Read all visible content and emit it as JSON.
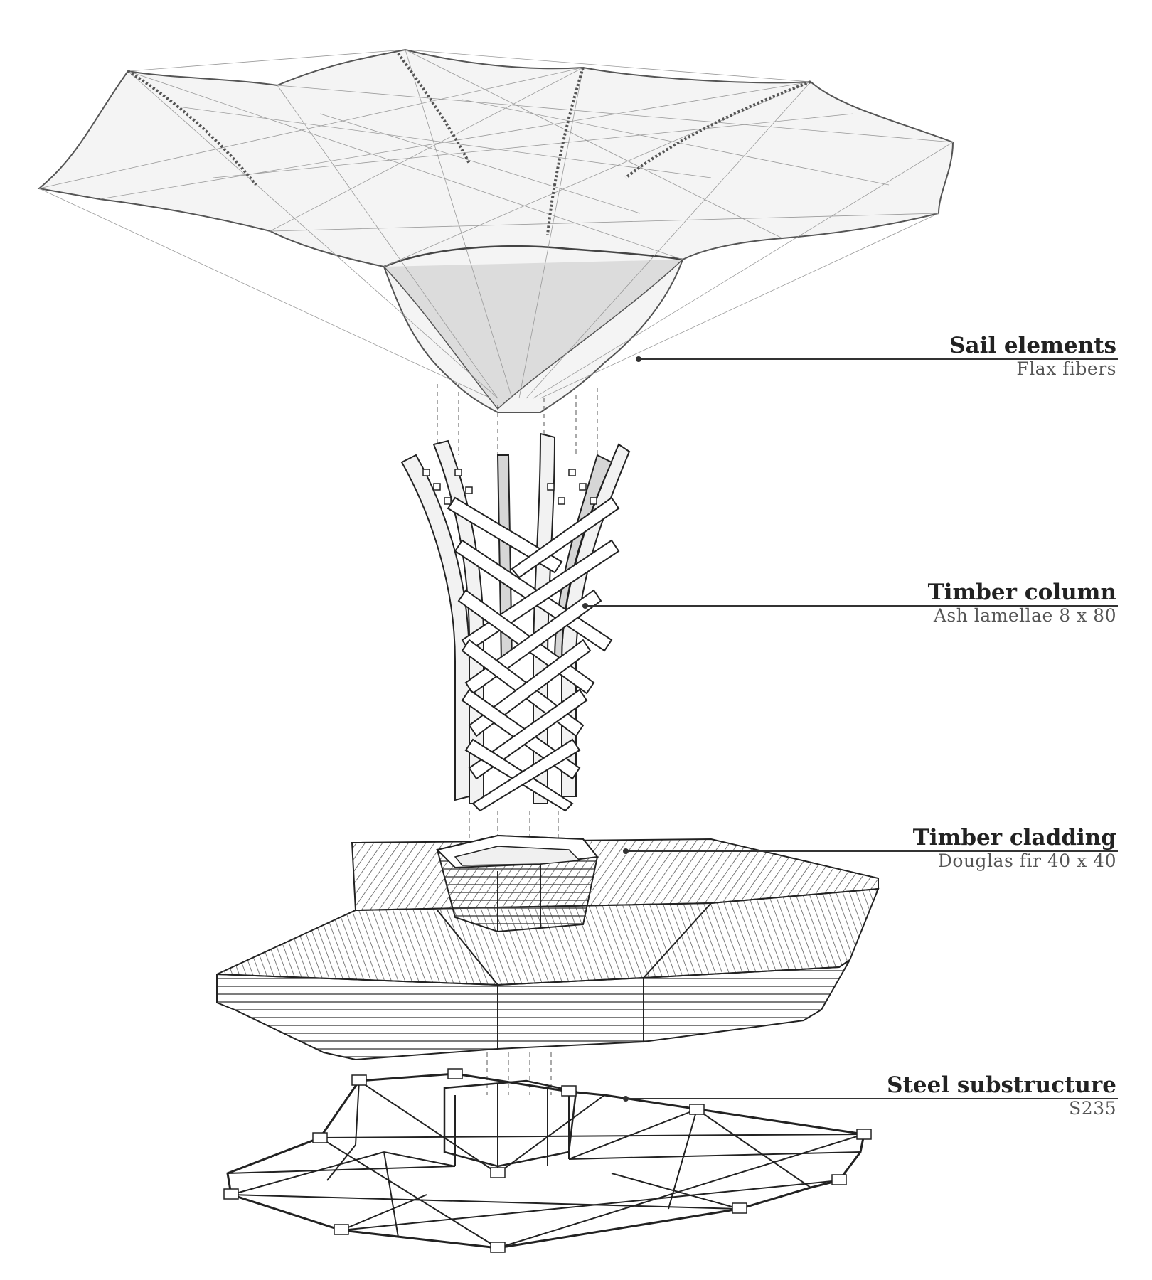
{
  "labels": [
    {
      "title": "Sail elements",
      "subtitle": "Flax fibers"
    },
    {
      "title": "Timber column",
      "subtitle": "Ash lamellae 8 x 80"
    },
    {
      "title": "Timber cladding",
      "subtitle": "Douglas fir 40 x 40"
    },
    {
      "title": "Steel substructure",
      "subtitle": "S235"
    }
  ],
  "colors": {
    "line": "#333333",
    "ink": "#222222",
    "subtitle": "#555555"
  },
  "icons": [
    "sail-canopy-drawing",
    "woven-column-drawing",
    "cladding-platform-drawing",
    "steel-frame-drawing"
  ]
}
